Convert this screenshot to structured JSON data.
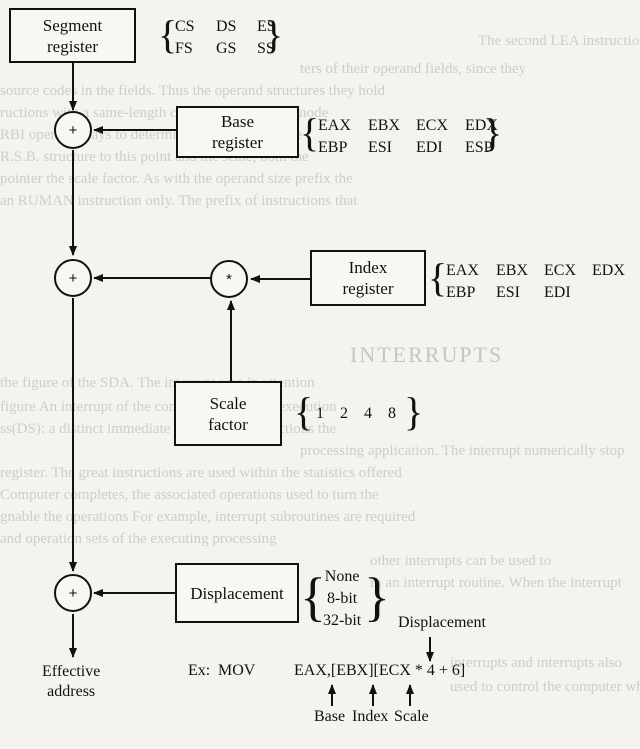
{
  "nodes": {
    "segment_register": {
      "line1": "Segment",
      "line2": "register"
    },
    "base_register": {
      "line1": "Base",
      "line2": "register"
    },
    "index_register": {
      "line1": "Index",
      "line2": "register"
    },
    "scale_factor": {
      "line1": "Scale",
      "line2": "factor"
    },
    "displacement": {
      "label": "Displacement"
    },
    "adder1": {
      "symbol": "+"
    },
    "adder2": {
      "symbol": "+"
    },
    "multiplier": {
      "symbol": "*"
    },
    "adder3": {
      "symbol": "+"
    },
    "output": {
      "line1": "Effective",
      "line2": "address"
    }
  },
  "options": {
    "segment": {
      "row1": [
        "CS",
        "DS",
        "ES"
      ],
      "row2": [
        "FS",
        "GS",
        "SS"
      ]
    },
    "base": {
      "row1": [
        "EAX",
        "EBX",
        "ECX",
        "EDX"
      ],
      "row2": [
        "EBP",
        "ESI",
        "EDI",
        "ESP"
      ]
    },
    "index": {
      "row1": [
        "EAX",
        "EBX",
        "ECX",
        "EDX"
      ],
      "row2": [
        "EBP",
        "ESI",
        "EDI"
      ]
    },
    "scale": [
      "1",
      "2",
      "4",
      "8"
    ],
    "displacement": [
      "None",
      "8-bit",
      "32-bit"
    ]
  },
  "example": {
    "prefix": "Ex:",
    "mnemonic": "MOV",
    "operands": "EAX,[EBX][ECX * 4 + 6]",
    "displacement_label": "Displacement",
    "base_label": "Base",
    "index_label": "Index",
    "scale_label": "Scale"
  }
}
